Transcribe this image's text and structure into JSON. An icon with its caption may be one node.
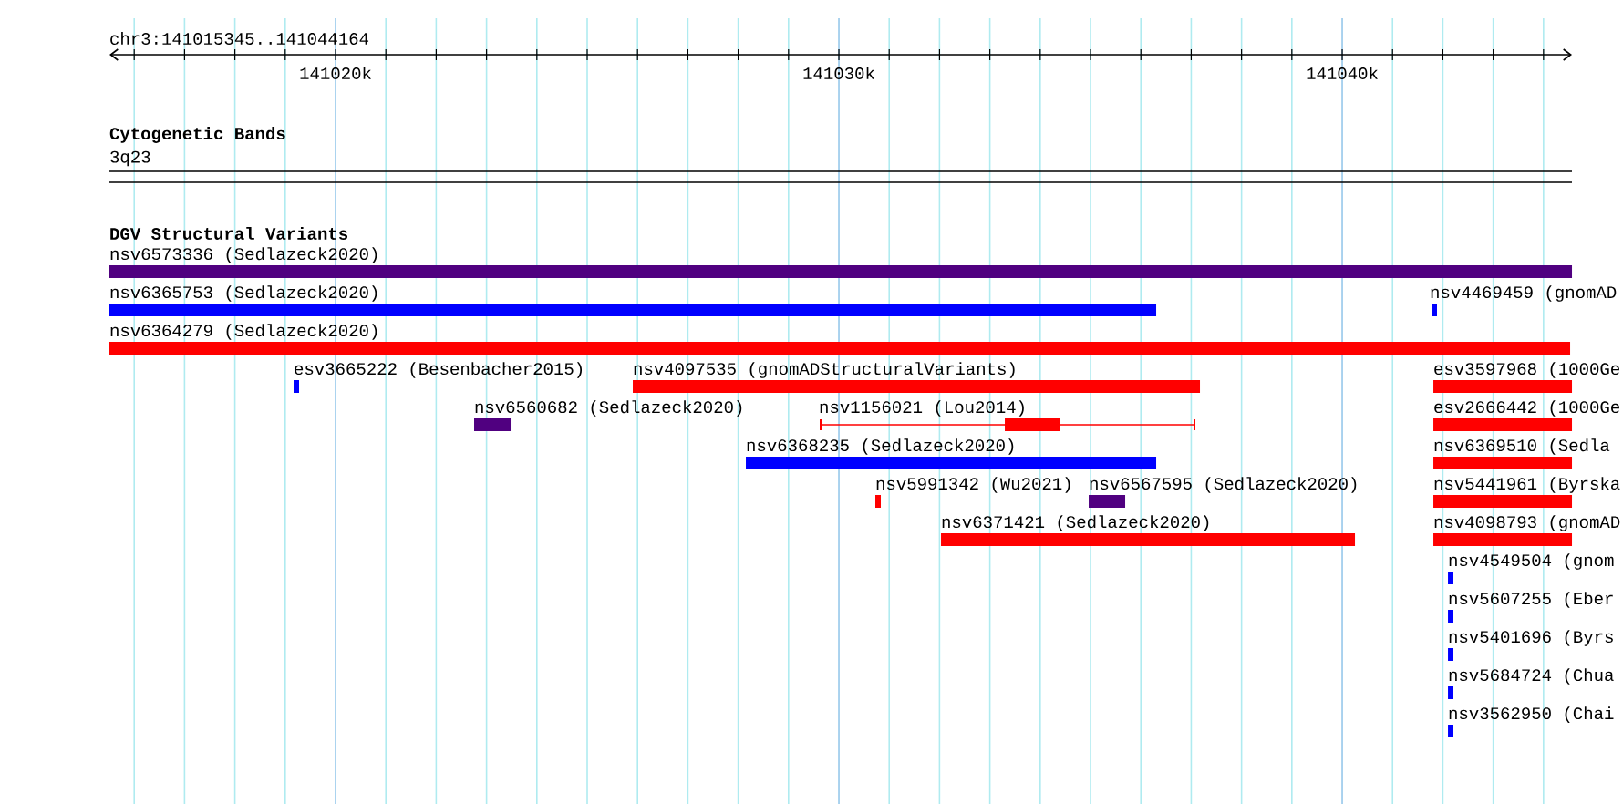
{
  "diagram": {
    "nodes": [
      {
        "text": [
          "nsv6573336 (Sedlazeck2020)"
        ]
      },
      {
        "text": [
          "nsv6365753 (Sedlazeck2020)"
        ]
      },
      {
        "text": [
          "nsv4469459 (gnomAD"
        ]
      },
      {
        "text": [
          "nsv6364279 (Sedlazeck2020)"
        ]
      },
      {
        "text": [
          "esv3665222 (Besenbacher2015)"
        ]
      },
      {
        "text": [
          "nsv4097535 (gnomADStructuralVariants)"
        ]
      },
      {
        "text": [
          "esv3597968 (1000Ge"
        ]
      },
      {
        "text": [
          "nsv6560682 (Sedlazeck2020)"
        ]
      },
      {
        "text": [
          "nsv1156021 (Lou2014)"
        ]
      },
      {
        "text": [
          "esv2666442 (1000Ge"
        ]
      },
      {
        "text": [
          "nsv6368235 (Sedlazeck2020)"
        ]
      },
      {
        "text": [
          "nsv6369510 (Sedla"
        ]
      },
      {
        "text": [
          "nsv5991342 (Wu2021)"
        ]
      },
      {
        "text": [
          "nsv6567595 (Sedlazeck2020)"
        ]
      },
      {
        "text": [
          "nsv5441961 (Byrska"
        ]
      },
      {
        "text": [
          "nsv6371421 (Sedlazeck2020)"
        ]
      },
      {
        "text": [
          "nsv4098793 (gnomAD"
        ]
      },
      {
        "text": [
          "nsv4549504 (gnom"
        ]
      },
      {
        "text": [
          "nsv5607255 (Eber"
        ]
      },
      {
        "text": [
          "nsv5401696 (Byrs"
        ]
      },
      {
        "text": [
          "nsv5684724 (Chua"
        ]
      },
      {
        "text": [
          "nsv3562950 (Chai"
        ]
      }
    ],
    "labels": [
      "chr3:141015345..141044164",
      "141020k",
      "141030k",
      "141040k",
      "Cytogenetic Bands",
      "3q23",
      "DGV Structural Variants"
    ]
  }
}
